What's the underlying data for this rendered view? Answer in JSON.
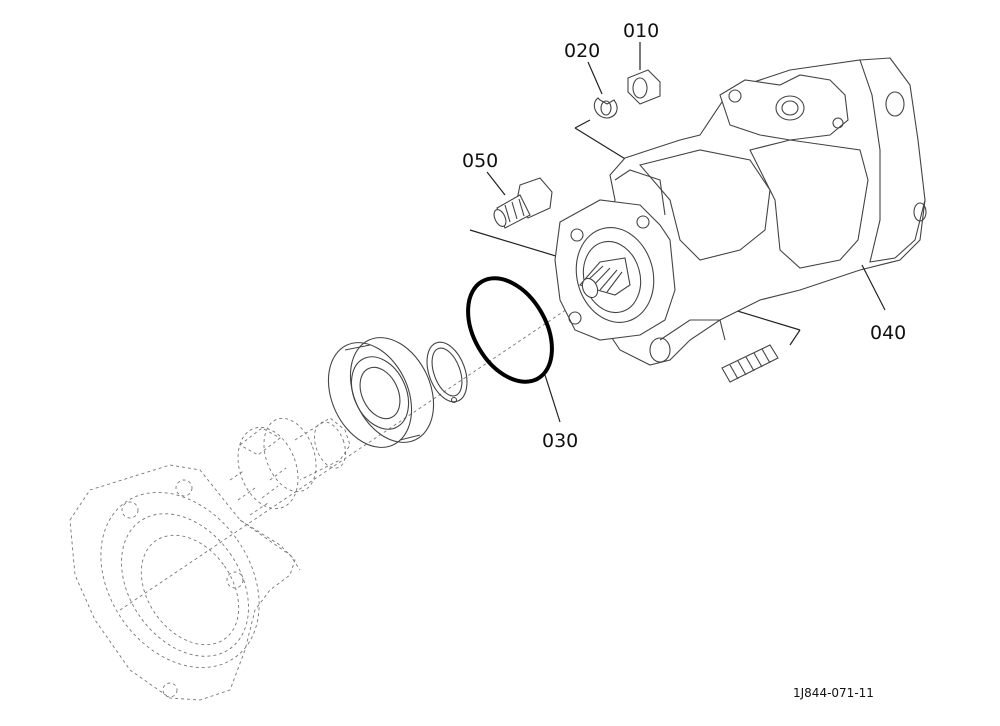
{
  "diagram": {
    "figure_number": "1J844-071-11",
    "callouts": [
      {
        "id": "010",
        "text": "010"
      },
      {
        "id": "020",
        "text": "020"
      },
      {
        "id": "030",
        "text": "030"
      },
      {
        "id": "040",
        "text": "040"
      },
      {
        "id": "050",
        "text": "050"
      }
    ]
  },
  "colors": {
    "ink": "#111111",
    "line": "#444444",
    "oring": "#000000"
  }
}
